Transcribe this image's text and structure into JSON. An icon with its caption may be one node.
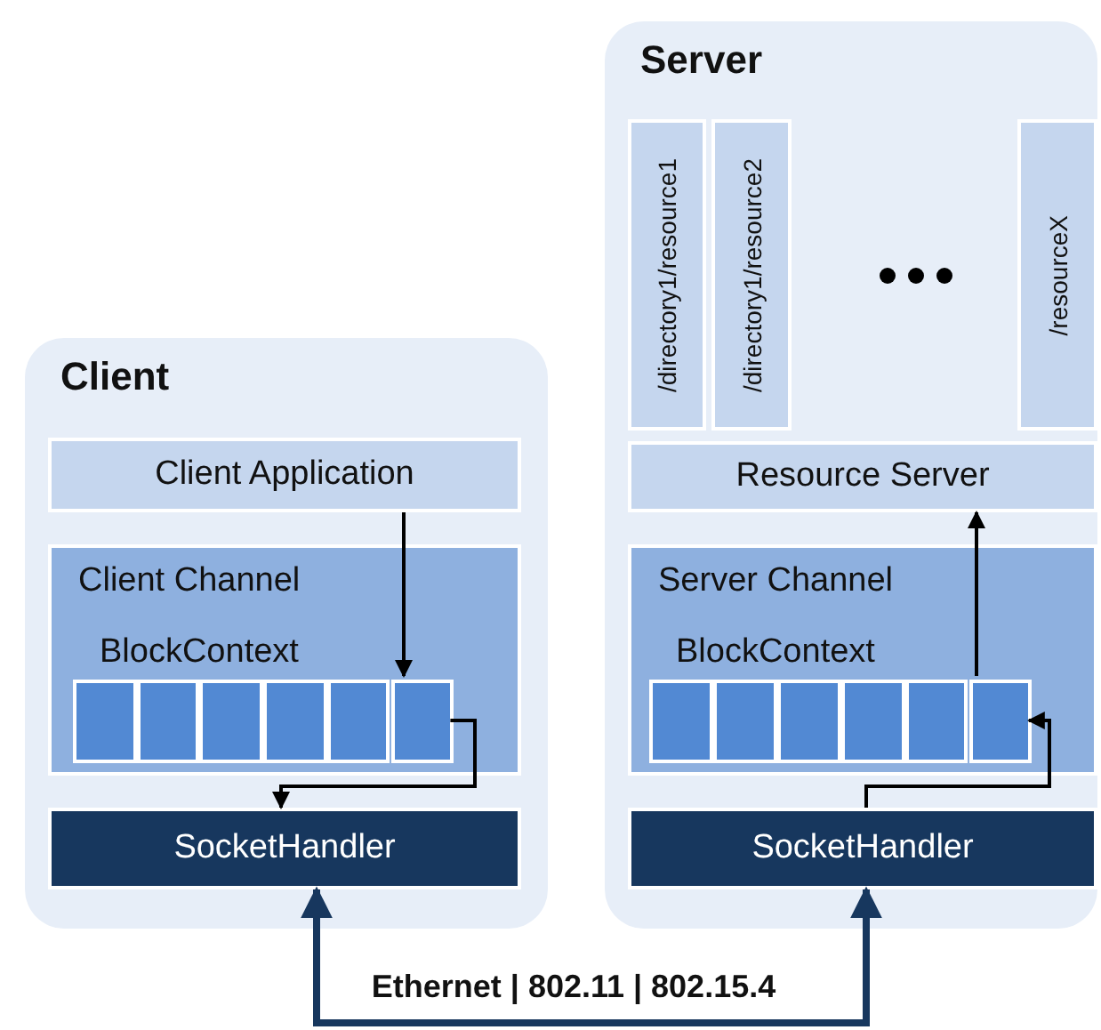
{
  "diagram": {
    "nodes": [
      {
        "text": [
          "Client"
        ]
      },
      {
        "text": [
          "Client Application"
        ],
        "in": 0
      },
      {
        "text": [
          "Client Channel"
        ],
        "in": 0
      },
      {
        "text": [
          "BlockContext"
        ],
        "in": 2
      },
      {
        "text": [],
        "shape": "box",
        "in": 3
      },
      {
        "text": [],
        "shape": "box",
        "in": 3
      },
      {
        "text": [],
        "shape": "box",
        "in": 3
      },
      {
        "text": [],
        "shape": "box",
        "in": 3
      },
      {
        "text": [],
        "shape": "box",
        "in": 3
      },
      {
        "text": [],
        "shape": "box",
        "in": 3
      },
      {
        "text": [
          "SocketHandler"
        ],
        "in": 0
      },
      {
        "text": [
          "Server"
        ]
      },
      {
        "text": [
          "/directory1/resource1"
        ],
        "in": 11
      },
      {
        "text": [
          "/directory1/resource2"
        ],
        "in": 11
      },
      {
        "text": [
          "/resourceX"
        ],
        "in": 11
      },
      {
        "text": [
          "Resource Server"
        ],
        "in": 11
      },
      {
        "text": [
          "Server Channel"
        ],
        "in": 11
      },
      {
        "text": [
          "BlockContext"
        ],
        "in": 16
      },
      {
        "text": [],
        "shape": "box",
        "in": 17
      },
      {
        "text": [],
        "shape": "box",
        "in": 17
      },
      {
        "text": [],
        "shape": "box",
        "in": 17
      },
      {
        "text": [],
        "shape": "box",
        "in": 17
      },
      {
        "text": [],
        "shape": "box",
        "in": 17
      },
      {
        "text": [],
        "shape": "box",
        "in": 17
      },
      {
        "text": [
          "SocketHandler"
        ],
        "in": 11
      }
    ],
    "edges": [
      {
        "from": 1,
        "to": 9,
        "arrow": "to"
      },
      {
        "from": 9,
        "to": 10,
        "arrow": "to"
      },
      {
        "from": 24,
        "to": 23,
        "arrow": "to"
      },
      {
        "from": 23,
        "to": 15,
        "arrow": "to"
      },
      {
        "from": 10,
        "to": 24,
        "arrow": "both",
        "label": "Ethernet | 802.11 | 802.15.4",
        "style": "thick",
        "color": "#17375e"
      }
    ]
  }
}
